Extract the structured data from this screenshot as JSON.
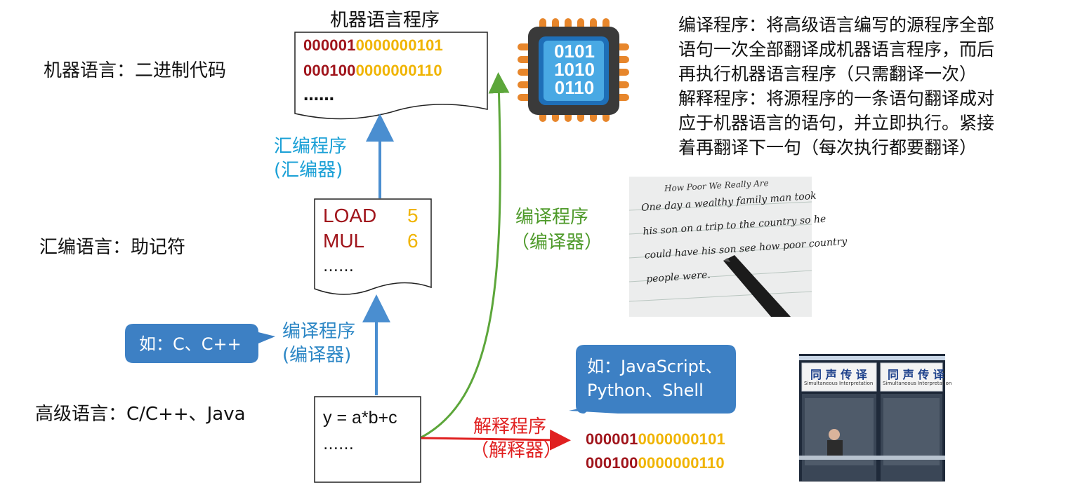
{
  "levels": {
    "machine": "机器语言：二进制代码",
    "assembly": "汇编语言：助记符",
    "high": "高级语言：C/C++、Java"
  },
  "machine_doc": {
    "title": "机器语言程序",
    "lines": [
      {
        "op": "000001",
        "addr": "0000000101"
      },
      {
        "op": "000100",
        "addr": "0000000110"
      }
    ],
    "ellipsis": "……"
  },
  "assembly_doc": {
    "lines": [
      {
        "op": "LOAD",
        "arg": "5"
      },
      {
        "op": "MUL",
        "arg": "6"
      }
    ],
    "ellipsis": "……"
  },
  "high_doc": {
    "line": "y = a*b+c",
    "ellipsis": "……"
  },
  "arrows": {
    "assembler_line1": "汇编程序",
    "assembler_line2": "(汇编器)",
    "compiler_line1": "编译程序",
    "compiler_line2": "(编译器)",
    "green_line1": "编译程序",
    "green_line2": "（编译器）",
    "interpreter_line1": "解释程序",
    "interpreter_line2": "（解释器）"
  },
  "callouts": {
    "compile_example": "如：C、C++",
    "interpret_line1": "如：JavaScript、",
    "interpret_line2": "Python、Shell"
  },
  "interpreter_output": [
    {
      "op": "000001",
      "addr": "0000000101"
    },
    {
      "op": "000100",
      "addr": "0000000110"
    }
  ],
  "chip": {
    "lines": [
      "0101",
      "1010",
      "0110"
    ]
  },
  "definitions": [
    "编译程序：将高级语言编写的源程序全部",
    "语句一次全部翻译成机器语言程序，而后",
    "再执行机器语言程序（只需翻译一次）",
    "解释程序：将源程序的一条语句翻译成对",
    "应于机器语言的语句，并立即执行。紧接",
    "着再翻译下一句（每次执行都要翻译）"
  ],
  "photos": {
    "handwriting_title": "How Poor We Really Are",
    "handwriting_lines": [
      "One day a wealthy family man took",
      "his son on a trip to the country so he",
      "could have his son see how poor country",
      "people were."
    ],
    "booth_signs": [
      "同 声 传 译",
      "同 声 传 译"
    ],
    "booth_subs": [
      "Simultaneous Interpretation",
      "Simultaneous Interpretation"
    ]
  },
  "colors": {
    "code_op": "#a0141b",
    "code_addr": "#f0b400",
    "blue_arrow": "#4a8ed0",
    "green_arrow": "#5ca63a",
    "red_arrow": "#e02020",
    "callout_fill": "#3d80c4"
  }
}
